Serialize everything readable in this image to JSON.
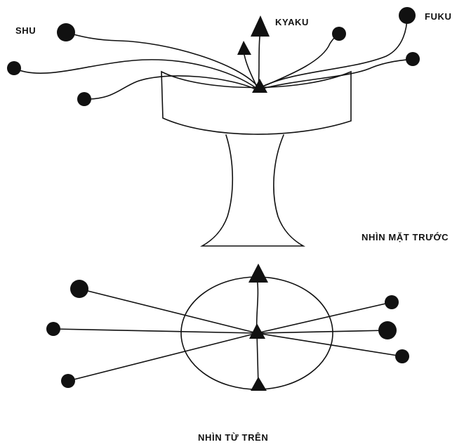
{
  "labels": {
    "shu": "SHU",
    "kyaku": "KYAKU",
    "fuku": "FUKU",
    "front_view": "NHÌN MẶT TRƯỚC",
    "top_view": "NHÌN TỪ TRÊN"
  },
  "colors": {
    "ink": "#111111",
    "background": "#ffffff"
  }
}
